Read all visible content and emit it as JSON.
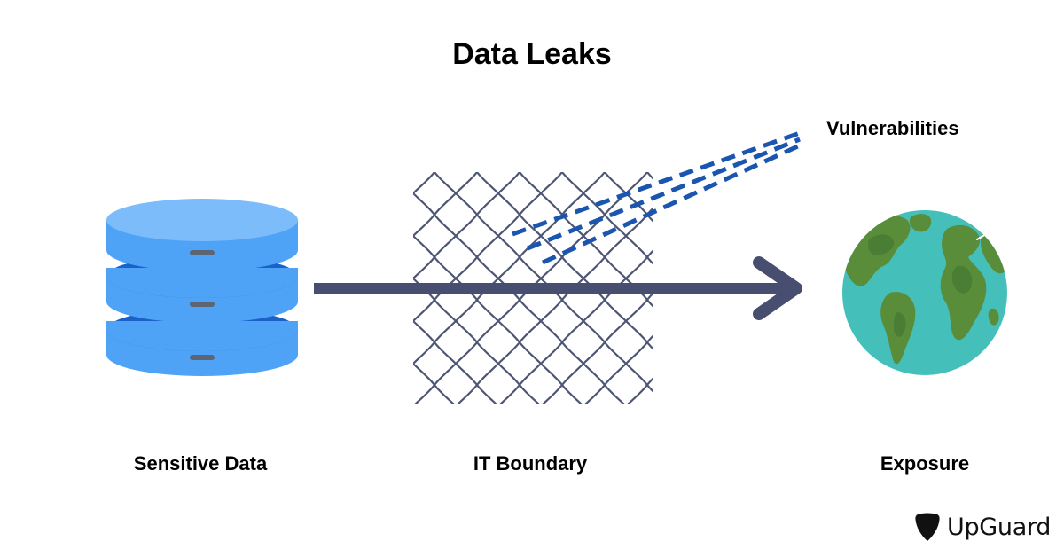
{
  "title": "Data Leaks",
  "labels": {
    "sensitive_data": "Sensitive Data",
    "it_boundary": "IT Boundary",
    "exposure": "Exposure",
    "vulnerabilities": "Vulnerabilities"
  },
  "brand": {
    "name": "UpGuard",
    "icon": "upguard-shield-icon"
  },
  "icons": {
    "database": "database-icon",
    "fence": "chain-link-fence-icon",
    "arrow": "arrow-right-icon",
    "globe": "globe-icon"
  },
  "colors": {
    "database_light": "#4fa3f7",
    "database_top": "#7cbcfb",
    "database_dark": "#1a62c8",
    "arrow": "#474e6f",
    "fence": "#4d5574",
    "vulnerability_dashes": "#1a56b0",
    "ocean": "#45bfb9",
    "land": "#5a8d3a"
  }
}
